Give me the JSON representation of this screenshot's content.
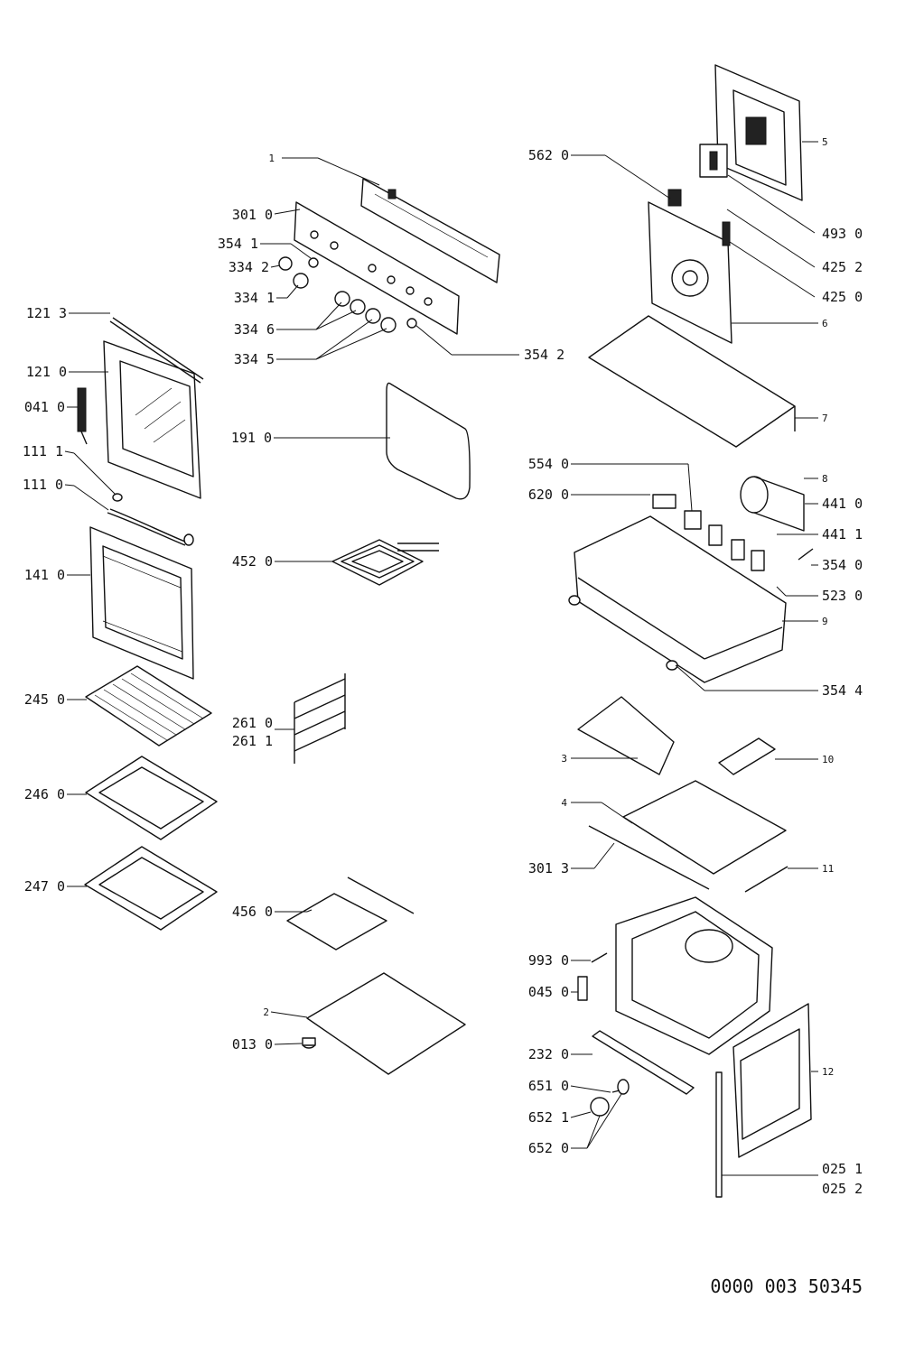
{
  "labels": {
    "p1": "1",
    "p301_0": "301 0",
    "p354_1": "354 1",
    "p334_2": "334 2",
    "p334_1": "334 1",
    "p334_6": "334 6",
    "p334_5": "334 5",
    "p354_2": "354 2",
    "p121_3": "121 3",
    "p121_0": "121 0",
    "p041_0": "041 0",
    "p111_1": "111 1",
    "p111_0": "111 0",
    "p141_0": "141 0",
    "p245_0": "245 0",
    "p246_0": "246 0",
    "p247_0": "247 0",
    "p191_0": "191 0",
    "p452_0": "452 0",
    "p261_0": "261 0",
    "p261_1": "261 1",
    "p456_0": "456 0",
    "p2": "2",
    "p013_0": "013 0",
    "p562_0": "562 0",
    "p5": "5",
    "p493_0": "493 0",
    "p425_2": "425 2",
    "p425_0": "425 0",
    "p6": "6",
    "p7": "7",
    "p554_0": "554 0",
    "p8": "8",
    "p620_0": "620 0",
    "p441_0": "441 0",
    "p441_1": "441 1",
    "p354_0": "354 0",
    "p523_0": "523 0",
    "p9": "9",
    "p354_4": "354 4",
    "p3": "3",
    "p10": "10",
    "p4": "4",
    "p301_3": "301 3",
    "p11": "11",
    "p993_0": "993 0",
    "p045_0": "045 0",
    "p232_0": "232 0",
    "p12": "12",
    "p651_0": "651 0",
    "p652_1": "652 1",
    "p652_0": "652 0",
    "p025_1": "025 1",
    "p025_2": "025 2"
  },
  "footer": {
    "drawing_number": "0000 003 50345"
  }
}
